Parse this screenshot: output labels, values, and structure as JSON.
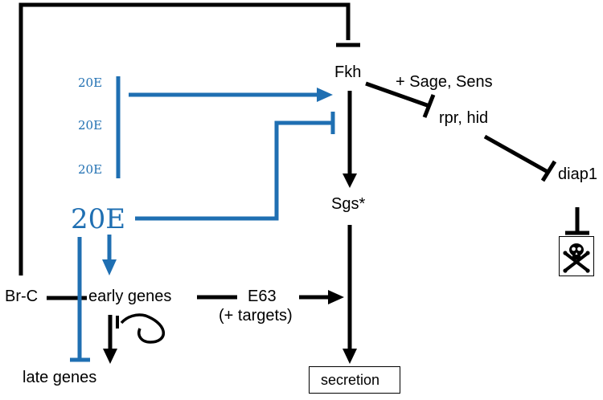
{
  "colors": {
    "black": "#000000",
    "blue": "#1f6fb2"
  },
  "labels": {
    "fkh": "Fkh",
    "sage_sens": "+ Sage, Sens",
    "rpr_hid": "rpr, hid",
    "diap1": "diap1",
    "sgs": "Sgs*",
    "brc": "Br-C",
    "early_genes": "early genes",
    "late_genes": "late genes",
    "e63": "E63",
    "targets": "(+ targets)",
    "secretion": "secretion",
    "ecdysone_small_1": "20E",
    "ecdysone_small_2": "20E",
    "ecdysone_small_3": "20E",
    "ecdysone_big": "20E"
  },
  "icons": {
    "death": "skull-and-crossbones-icon"
  }
}
